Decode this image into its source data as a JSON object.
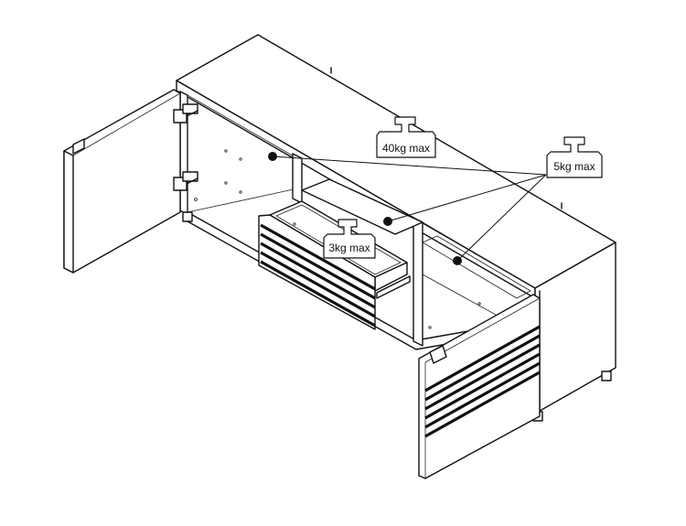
{
  "labels": {
    "top_load": "40kg max",
    "shelf_load": "5kg max",
    "drawer_load": "3kg max"
  },
  "colors": {
    "line": "#111111",
    "background": "#ffffff"
  }
}
